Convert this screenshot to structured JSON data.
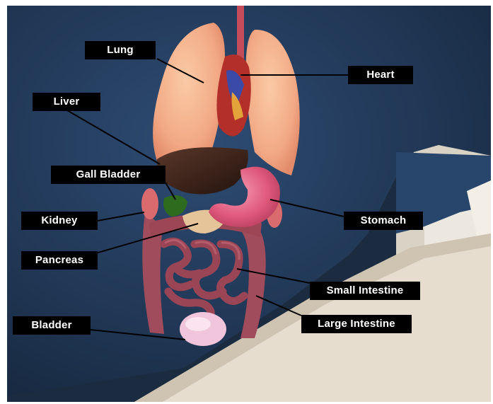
{
  "labels": {
    "lung": "Lung",
    "heart": "Heart",
    "liver": "Liver",
    "gall_bladder": "Gall Bladder",
    "kidney": "Kidney",
    "stomach": "Stomach",
    "pancreas": "Pancreas",
    "small_intestine": "Small Intestine",
    "large_intestine": "Large Intestine",
    "bladder": "Bladder"
  },
  "colors": {
    "shirt": "#243f63",
    "table": "#e6ddcf",
    "lung": "#f3b08c",
    "heart": "#b3302a",
    "liver": "#3b2219",
    "stomach": "#e05a7c",
    "intestine": "#9a4555",
    "bladder": "#f1c6dc",
    "gall_bladder": "#2e6b1e",
    "label_bg": "#000000",
    "label_text": "#ffffff"
  }
}
